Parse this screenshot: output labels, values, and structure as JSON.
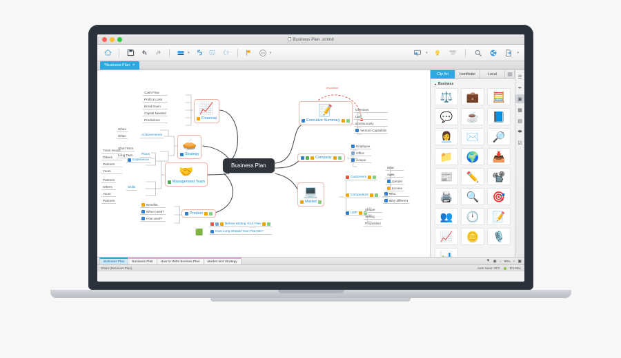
{
  "window": {
    "title": "Business Plan .xmind",
    "traffic_lights": [
      "close",
      "minimize",
      "zoom"
    ]
  },
  "toolbar": {
    "left": [
      {
        "name": "home-icon",
        "glyph": "home"
      },
      {
        "name": "save-icon",
        "glyph": "save"
      },
      {
        "name": "undo-icon",
        "glyph": "undo"
      },
      {
        "name": "redo-icon",
        "glyph": "redo"
      },
      {
        "name": "topic-icon",
        "glyph": "topic"
      },
      {
        "name": "relationship-icon",
        "glyph": "relationship"
      },
      {
        "name": "boundary-icon",
        "glyph": "boundary"
      },
      {
        "name": "summary-icon",
        "glyph": "summary"
      },
      {
        "name": "marker-flag-icon",
        "glyph": "flag"
      },
      {
        "name": "more-icon",
        "glyph": "more"
      }
    ],
    "right": [
      {
        "name": "presentation-icon",
        "glyph": "presentation"
      },
      {
        "name": "brainstorm-icon",
        "glyph": "bulb"
      },
      {
        "name": "outline-icon",
        "glyph": "outline"
      },
      {
        "name": "search-icon",
        "glyph": "search"
      },
      {
        "name": "share-icon",
        "glyph": "share"
      },
      {
        "name": "export-icon",
        "glyph": "export"
      }
    ]
  },
  "document_tab": {
    "label": "*Business Plan",
    "close_label": "×"
  },
  "mindmap": {
    "central": "Business Plan",
    "branches": [
      {
        "name": "financial",
        "label": "Financial",
        "art": "📈",
        "marker_color": "#f0a500",
        "children": [
          "Cash Flow",
          "Profit & Loss",
          "Break Even",
          "Capital Needed",
          "Predictions"
        ]
      },
      {
        "name": "strategy",
        "label": "Strategy",
        "art": "🥧",
        "marker_color": "#2f7fd1",
        "groups": [
          {
            "label": "Achievements",
            "children": [
              "When",
              "What"
            ]
          },
          {
            "label": "Plans",
            "children": [
              "Short Term",
              "Long Term"
            ]
          }
        ]
      },
      {
        "name": "management-team",
        "label": "Management Team",
        "art": "🤝",
        "marker_color": "#4caf50",
        "groups": [
          {
            "label": "Experience",
            "children": [
              "Track record",
              "Others",
              "Partners",
              "Yours"
            ]
          },
          {
            "label": "Skills",
            "children": [
              "Partners",
              "Others",
              "Yours",
              "Partners"
            ]
          }
        ]
      },
      {
        "name": "product",
        "label": "Product",
        "art": "",
        "marker_color": "#2f7fd1",
        "children": [
          "Benefits",
          "When used?",
          "How used?"
        ]
      },
      {
        "name": "executive-summary",
        "label": "Executive Summary",
        "art": "📝",
        "marker_color": "#2f7fd1",
        "children": [
          "Overview",
          "Last",
          "Continuously",
          "Venture Capitalists"
        ]
      },
      {
        "name": "company",
        "label": "Company",
        "art": "",
        "marker_color": "#f0a500",
        "children": [
          "Employee",
          "Office",
          "Unique"
        ]
      },
      {
        "name": "market",
        "label": "Market",
        "art": "💻",
        "marker_color": "#f0a500",
        "groups": [
          {
            "label": "Customers",
            "children": [
              "Who",
              "Ages",
              "Gender",
              "Income"
            ]
          },
          {
            "label": "Competitors",
            "children": [
              "Who",
              "Why different"
            ]
          },
          {
            "label": "USP",
            "children": [
              "Unique",
              "Selling",
              "Proposition"
            ]
          }
        ]
      }
    ],
    "floating": [
      "Before Writing Your Plan",
      "How Long Should Your Plan Be?"
    ],
    "relationship_label": "Important"
  },
  "clipart_panel": {
    "tabs": [
      {
        "label": "Clip Art",
        "active": true
      },
      {
        "label": "Iconfinder",
        "active": false
      },
      {
        "label": "Local",
        "active": false
      }
    ],
    "menu_icon": "list-options-icon",
    "category": "Business",
    "items": [
      {
        "name": "scales-icon",
        "glyph": "⚖️"
      },
      {
        "name": "briefcase-icon",
        "glyph": "💼"
      },
      {
        "name": "calculator-icon",
        "glyph": "🧮"
      },
      {
        "name": "chat-icon",
        "glyph": "💬"
      },
      {
        "name": "coffee-icon",
        "glyph": "☕"
      },
      {
        "name": "contacts-icon",
        "glyph": "📘"
      },
      {
        "name": "support-agent-icon",
        "glyph": "👩‍💼"
      },
      {
        "name": "envelope-icon",
        "glyph": "✉️"
      },
      {
        "name": "document-search-icon",
        "glyph": "🔎"
      },
      {
        "name": "folder-icon",
        "glyph": "📁"
      },
      {
        "name": "globe-icon",
        "glyph": "🌍"
      },
      {
        "name": "inbox-tray-icon",
        "glyph": "📥"
      },
      {
        "name": "newspaper-icon",
        "glyph": "📰"
      },
      {
        "name": "pencil-icon",
        "glyph": "✏️"
      },
      {
        "name": "presentation-board-icon",
        "glyph": "📽️"
      },
      {
        "name": "printer-icon",
        "glyph": "🖨️"
      },
      {
        "name": "magnifier-icon",
        "glyph": "🔍"
      },
      {
        "name": "target-icon",
        "glyph": "🎯"
      },
      {
        "name": "team-icon",
        "glyph": "👥"
      },
      {
        "name": "clock-icon",
        "glyph": "🕛"
      },
      {
        "name": "checklist-icon",
        "glyph": "📝"
      },
      {
        "name": "chart-up-icon",
        "glyph": "📈"
      },
      {
        "name": "coin-icon",
        "glyph": "🪙"
      },
      {
        "name": "microphone-icon",
        "glyph": "🎙️"
      },
      {
        "name": "slides-icon",
        "glyph": "📊"
      }
    ]
  },
  "rail": [
    {
      "name": "outline-panel-icon",
      "glyph": "☰",
      "active": false
    },
    {
      "name": "format-brush-icon",
      "glyph": "✒",
      "active": false
    },
    {
      "name": "clipart-panel-icon",
      "glyph": "▣",
      "active": true
    },
    {
      "name": "marker-panel-icon",
      "glyph": "▦",
      "active": false
    },
    {
      "name": "notes-panel-icon",
      "glyph": "▤",
      "active": false
    },
    {
      "name": "comments-panel-icon",
      "glyph": "⬬",
      "active": false
    },
    {
      "name": "task-info-panel-icon",
      "glyph": "☑",
      "active": false
    }
  ],
  "sheet_tabs": [
    {
      "label": "Business Plan",
      "active": true,
      "accent": "#2ea8e0"
    },
    {
      "label": "Business Plan",
      "active": false,
      "accent": "#e8a7d6"
    },
    {
      "label": "How to Write Busines Plan",
      "active": false,
      "accent": "#e8a7d6"
    },
    {
      "label": "Market and Strategy",
      "active": false,
      "accent": "#e8a7d6"
    }
  ],
  "zoom_controls": {
    "filter_icon": "filter-icon",
    "eye_icon": "eye-icon",
    "minus_label": "−",
    "level": "90%",
    "plus_label": "+",
    "fit_icon": "fit-screen-icon"
  },
  "status_bar": {
    "left": "Sheet (Business Plan)",
    "autosave": "Auto Save: OFF",
    "device": "B's Mac"
  }
}
